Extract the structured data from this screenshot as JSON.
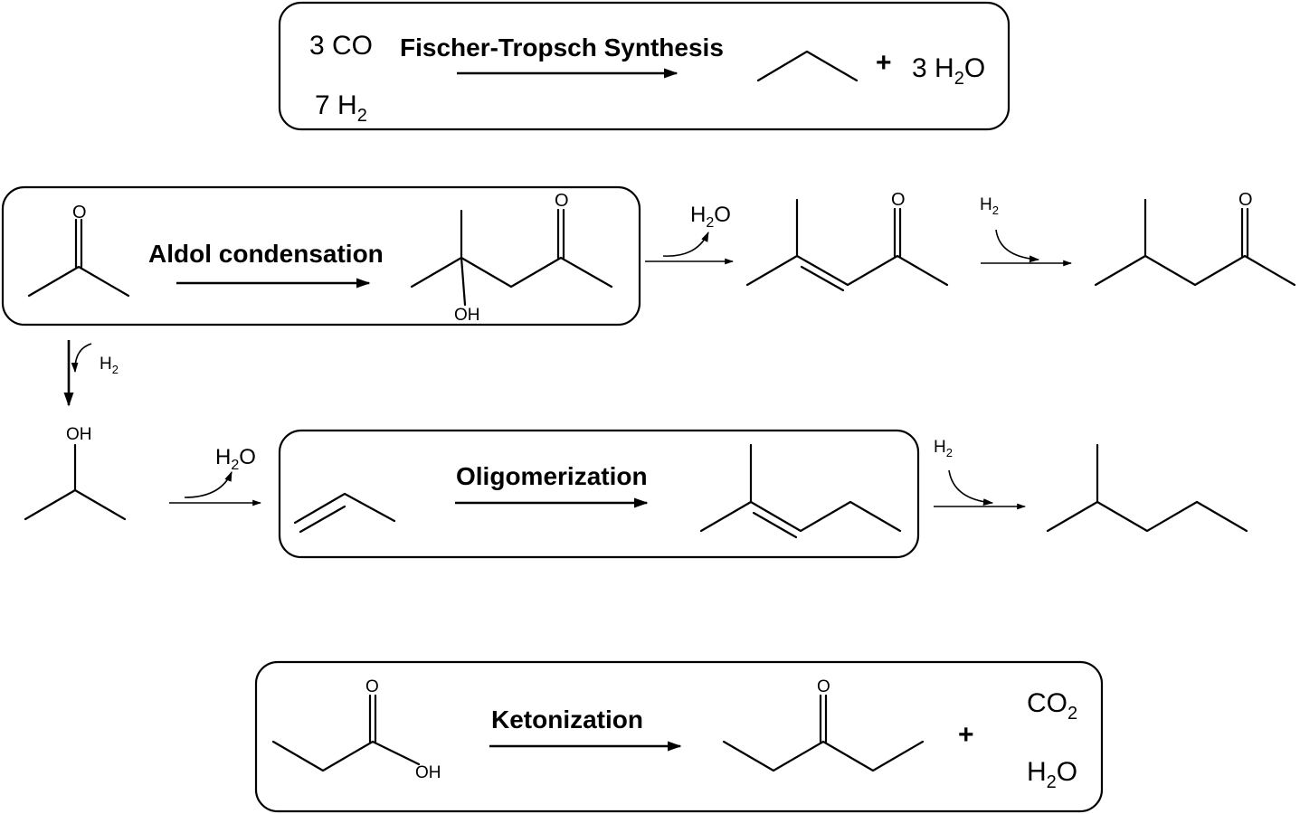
{
  "reactions": {
    "fischer_tropsch": {
      "name": "Fischer-Tropsch Synthesis",
      "reactant_1": "3 CO",
      "reactant_2_main": "7 H",
      "reactant_2_sub": "2",
      "plus": "+",
      "product_coef": "3 H",
      "product_sub": "2",
      "product_tail": "O"
    },
    "aldol": {
      "name": "Aldol condensation",
      "reactant_o": "O",
      "product_o": "O",
      "product_oh": "OH",
      "dehydration_h": "H",
      "dehydration_sub": "2",
      "dehydration_o": "O",
      "enone_o": "O",
      "hydrogenation_h": "H",
      "hydrogenation_sub": "2",
      "ketone_o": "O"
    },
    "acetone_reduction": {
      "h": "H",
      "sub": "2"
    },
    "oligomerization": {
      "name": "Oligomerization",
      "alcohol_oh": "OH",
      "dehydration_h": "H",
      "dehydration_sub": "2",
      "dehydration_o": "O",
      "hydrogenation_h": "H",
      "hydrogenation_sub": "2"
    },
    "ketonization": {
      "name": "Ketonization",
      "acid_o": "O",
      "acid_oh": "OH",
      "ketone_o": "O",
      "plus": "+",
      "byproduct_1_main": "CO",
      "byproduct_1_sub": "2",
      "byproduct_2_main": "H",
      "byproduct_2_sub": "2",
      "byproduct_2_tail": "O"
    }
  }
}
